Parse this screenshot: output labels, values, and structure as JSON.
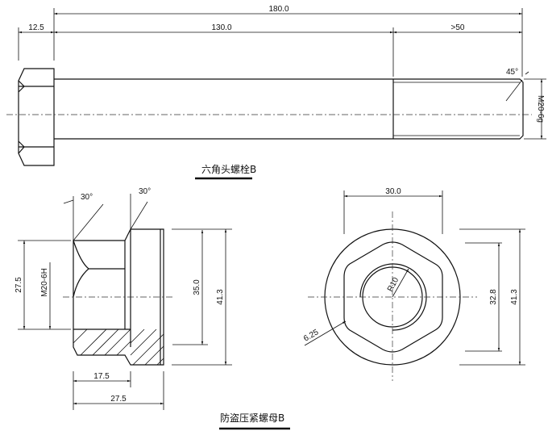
{
  "bolt": {
    "title": "六角头螺栓B",
    "dims": {
      "overall": "180.0",
      "head": "12.5",
      "shank": "130.0",
      "thread": ">50",
      "chamfer": "45°",
      "thread_spec": "M20-6g"
    }
  },
  "nut": {
    "title": "防盗压紧螺母B",
    "side": {
      "angle_left": "30°",
      "angle_right": "30°",
      "hex_height": "27.5",
      "thread_spec": "M20-6H",
      "flange_inner": "35.0",
      "flange_outer": "41.3",
      "hex_length": "17.5",
      "total_length": "27.5"
    },
    "front": {
      "width": "30.0",
      "radius": "R10",
      "corner_radius": "6.25",
      "inner_height": "32.8",
      "outer_height": "41.3"
    }
  }
}
